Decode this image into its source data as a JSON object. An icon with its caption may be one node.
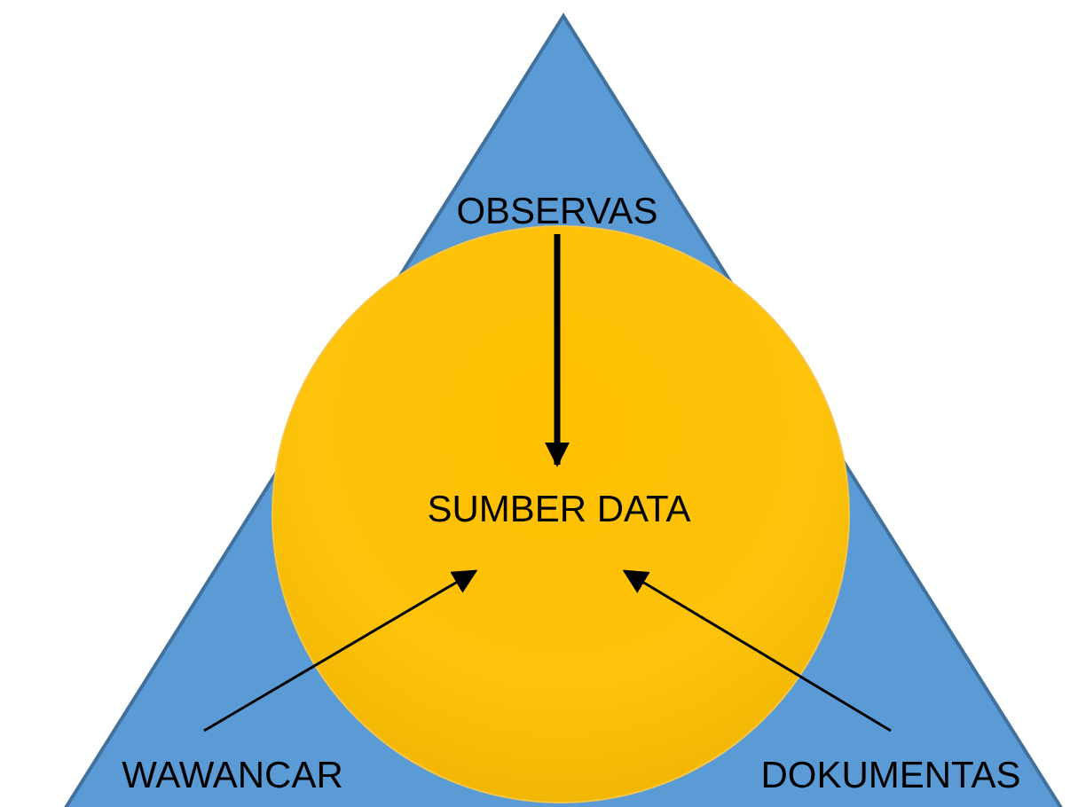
{
  "diagram": {
    "nodes": [
      {
        "text": [],
        "shape": "triangle"
      },
      {
        "text": [
          "OBSERVAS"
        ],
        "in": 0
      },
      {
        "text": [],
        "shape": "circle",
        "in": 0
      },
      {
        "text": [
          "SUMBER DATA"
        ],
        "in": 2
      },
      {
        "text": [
          "WAWANCAR"
        ],
        "in": 0
      },
      {
        "text": [
          "DOKUMENTAS"
        ],
        "in": 0
      }
    ],
    "edges": [
      {
        "from": 1,
        "to": 3,
        "arrow": "to",
        "style": "thick"
      },
      {
        "from": 4,
        "to": 3,
        "arrow": "to"
      },
      {
        "from": 5,
        "to": 3,
        "arrow": "to"
      }
    ]
  }
}
